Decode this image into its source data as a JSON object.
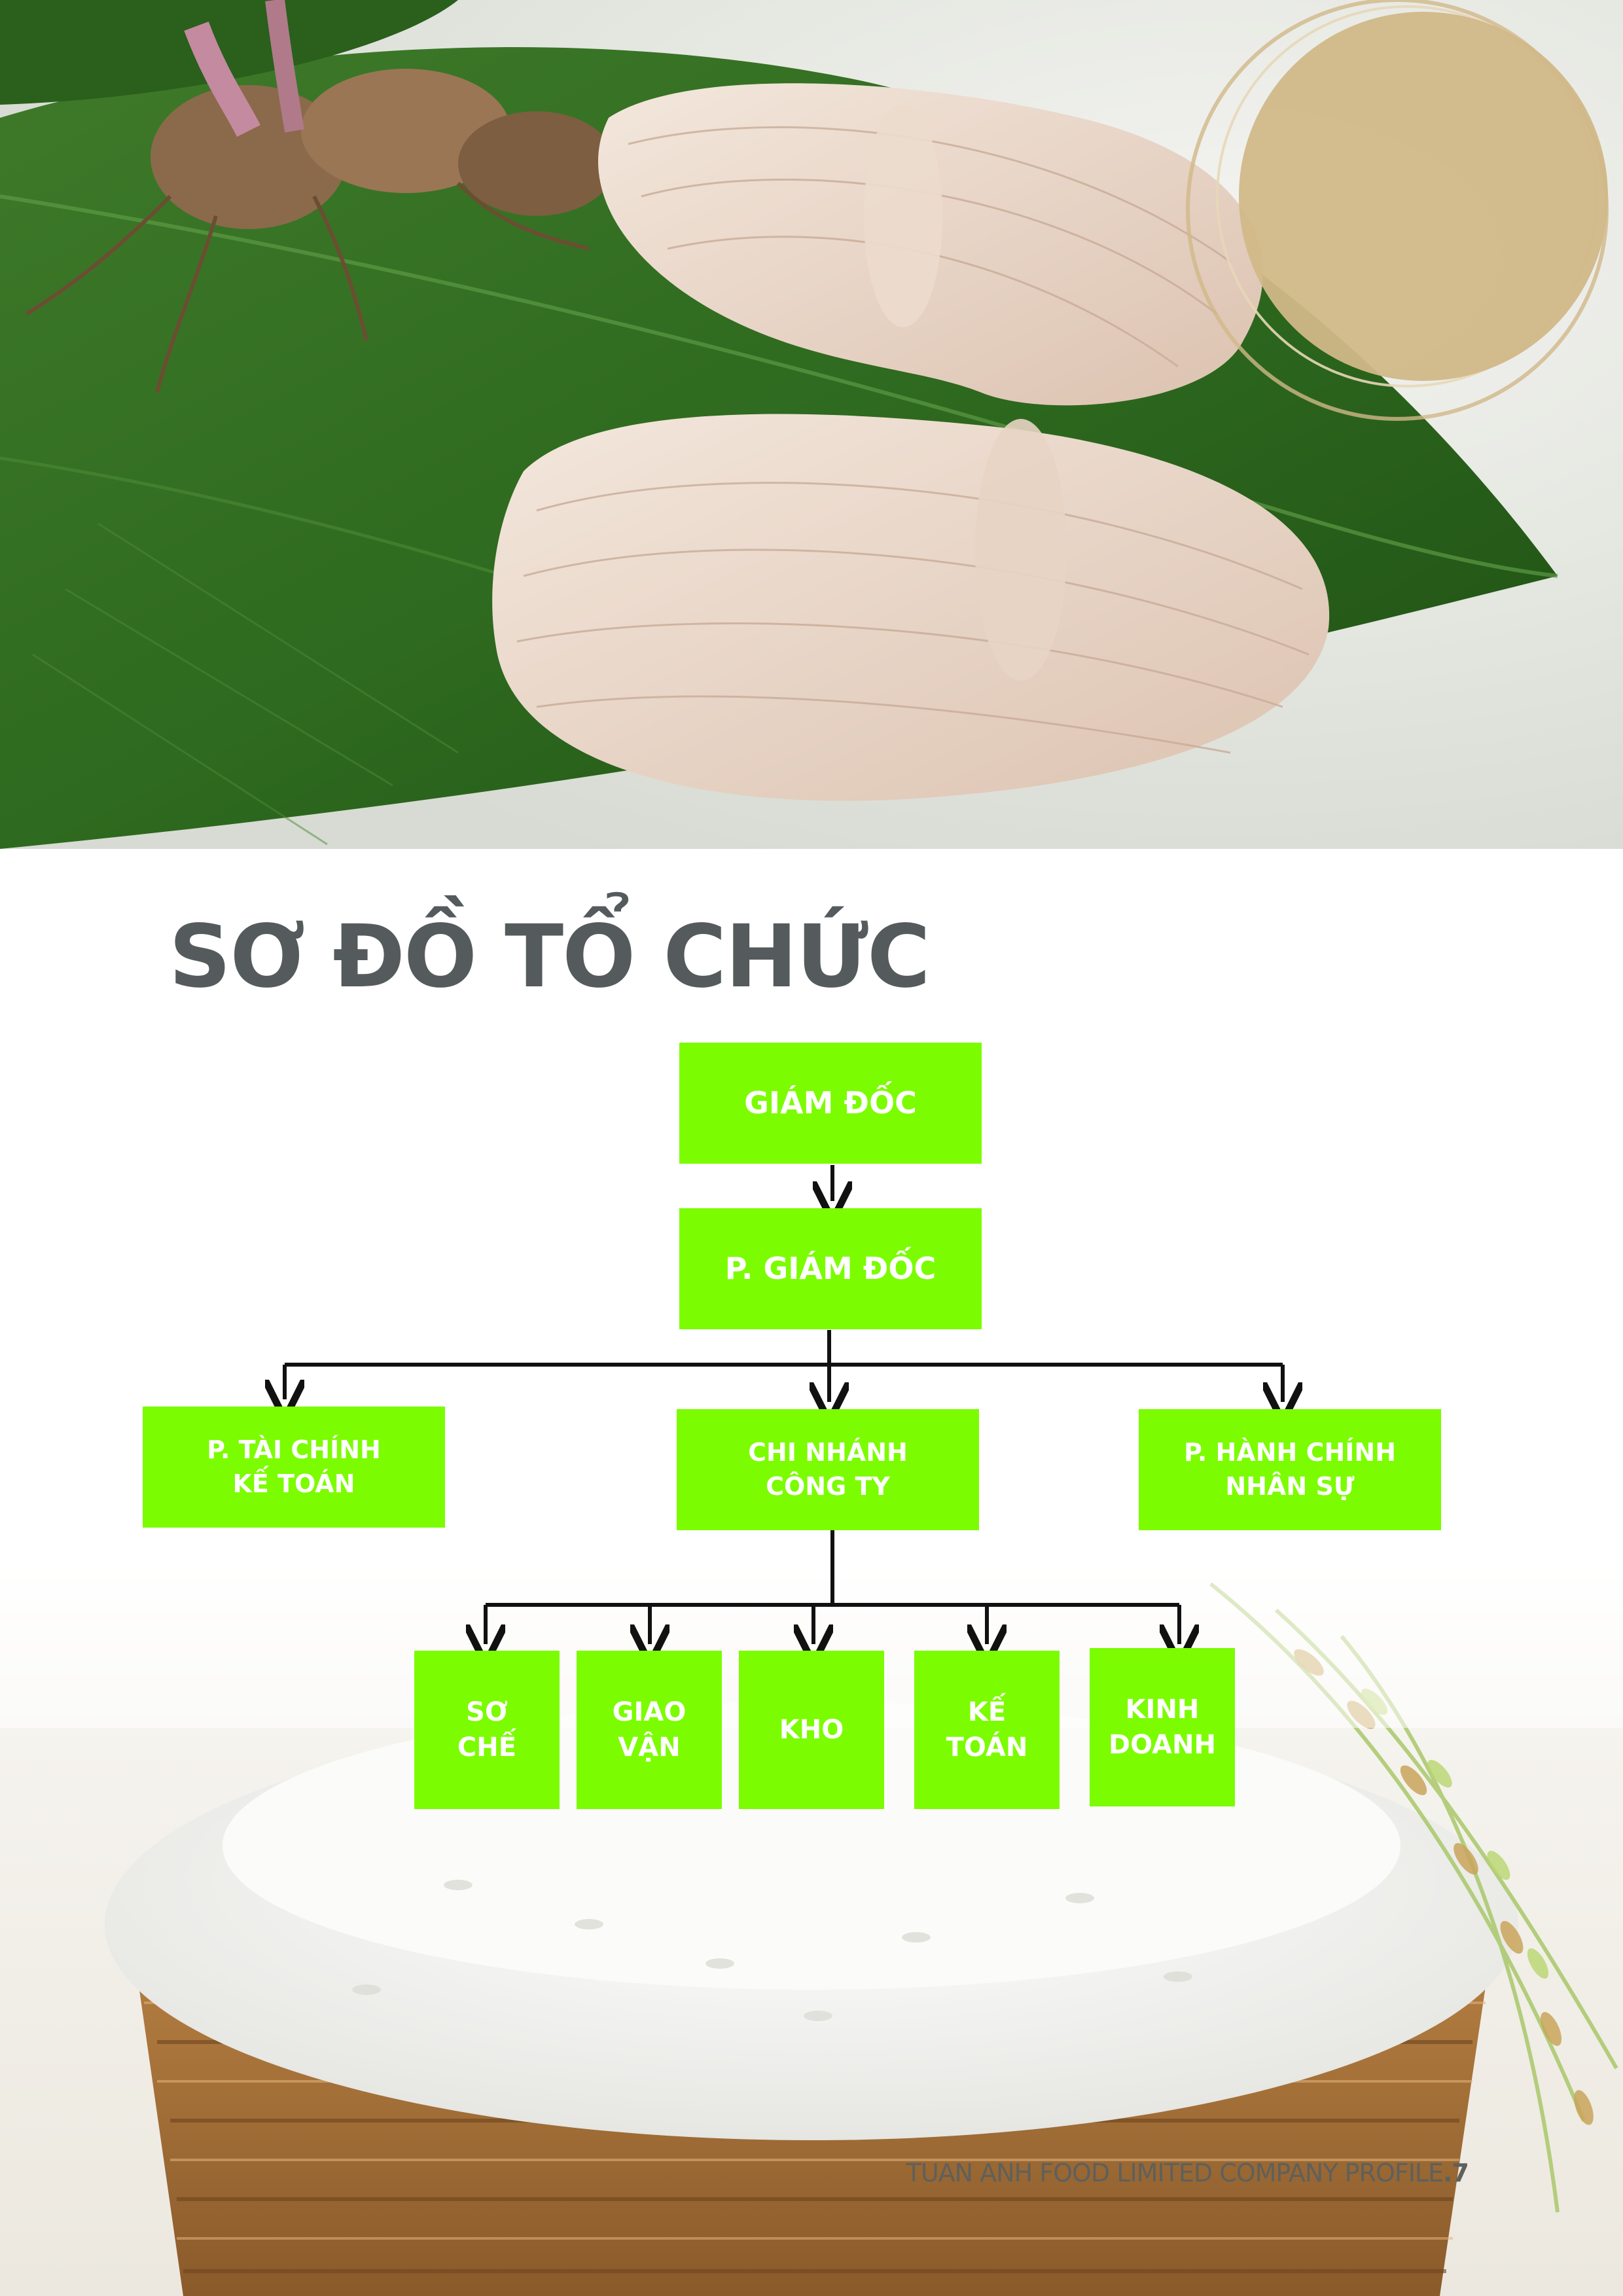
{
  "title": "SƠ ĐỒ TỔ CHỨC",
  "org_chart": {
    "director": "GIÁM ĐỐC",
    "deputy_director": "P. GIÁM ĐỐC",
    "departments": {
      "finance": "P. TÀI CHÍNH\nKẾ TOÁN",
      "branch": "CHI NHÁNH\nCÔNG TY",
      "hr": "P. HÀNH CHÍNH\nNHÂN SỰ"
    },
    "units": {
      "processing": "SƠ\nCHẾ",
      "logistics": "GIAO\nVẬN",
      "warehouse": "KHO",
      "accounting": "KẾ\nTOÁN",
      "sales": "KINH\nDOANH"
    }
  },
  "footer": {
    "company_profile": "TUAN ANH FOOD LIMITED COMPANY PROFILE",
    "page_number": ".7"
  },
  "colors": {
    "box_fill": "#7cfc00",
    "title": "#555b5c",
    "connector": "#111111",
    "accent_circle": "#d1b888"
  }
}
